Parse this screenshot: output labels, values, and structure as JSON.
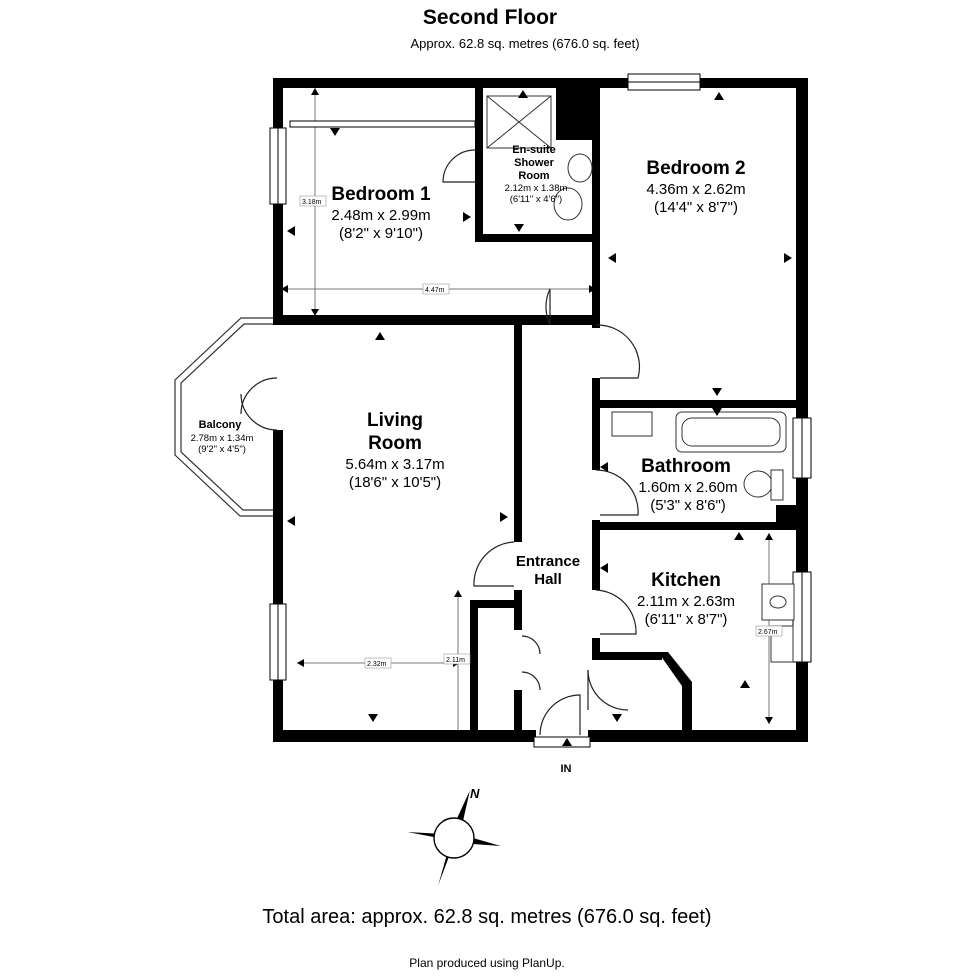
{
  "header": {
    "title": "Second Floor",
    "subtitle": "Approx. 62.8 sq. metres (676.0 sq. feet)"
  },
  "rooms": {
    "bedroom1": {
      "name": "Bedroom 1",
      "metric": "2.48m x 2.99m",
      "imperial": "(8'2\" x 9'10\")"
    },
    "ensuite": {
      "name_line1": "En-suite",
      "name_line2": "Shower",
      "name_line3": "Room",
      "metric": "2.12m x 1.38m",
      "imperial": "(6'11\" x 4'6\")"
    },
    "bedroom2": {
      "name": "Bedroom 2",
      "metric": "4.36m x 2.62m",
      "imperial": "(14'4\" x 8'7\")"
    },
    "living": {
      "name_line1": "Living",
      "name_line2": "Room",
      "metric": "5.64m x 3.17m",
      "imperial": "(18'6\" x 10'5\")"
    },
    "balcony": {
      "name": "Balcony",
      "metric": "2.78m x 1.34m",
      "imperial": "(9'2\" x 4'5\")"
    },
    "bathroom": {
      "name": "Bathroom",
      "metric": "1.60m x 2.60m",
      "imperial": "(5'3\" x 8'6\")"
    },
    "hall": {
      "name_line1": "Entrance",
      "name_line2": "Hall"
    },
    "kitchen": {
      "name": "Kitchen",
      "metric": "2.11m x 2.63m",
      "imperial": "(6'11\" x 8'7\")"
    }
  },
  "dimension_tags": {
    "bed1_height": "3.18m",
    "bed_width": "4.47m",
    "living_width": "2.32m",
    "living_height": "2.11m",
    "kitchen_height": "2.67m"
  },
  "entrance_label": "IN",
  "compass_label": "N",
  "footer": {
    "total": "Total area: approx. 62.8 sq. metres (676.0 sq. feet)",
    "credit": "Plan produced using PlanUp."
  }
}
